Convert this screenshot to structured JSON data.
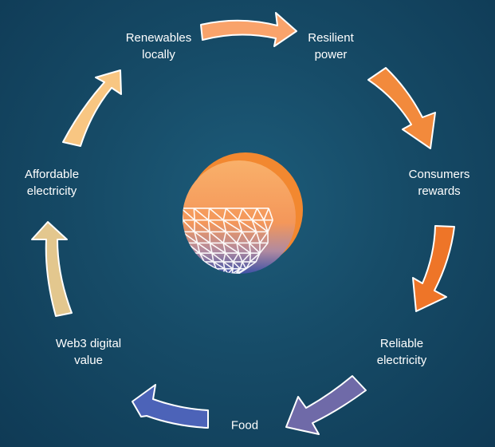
{
  "cycle": {
    "nodes": [
      {
        "label": "Renewables\nlocally"
      },
      {
        "label": "Resilient\npower"
      },
      {
        "label": "Consumers\nrewards"
      },
      {
        "label": "Reliable\nelectricity"
      },
      {
        "label": "Food"
      },
      {
        "label": "Web3 digital\nvalue"
      },
      {
        "label": "Affordable\nelectricity"
      }
    ],
    "arrow_colors": [
      "#f9a36b",
      "#f28a3c",
      "#ee7528",
      "#6f6aa8",
      "#4c63b8",
      "#e3c78e",
      "#f8c682"
    ]
  },
  "center": {
    "icon": "geodesic-sphere-icon",
    "colors": {
      "top": "#f7a25a",
      "bottom": "#3f52a6",
      "wire": "#ffffff"
    }
  }
}
